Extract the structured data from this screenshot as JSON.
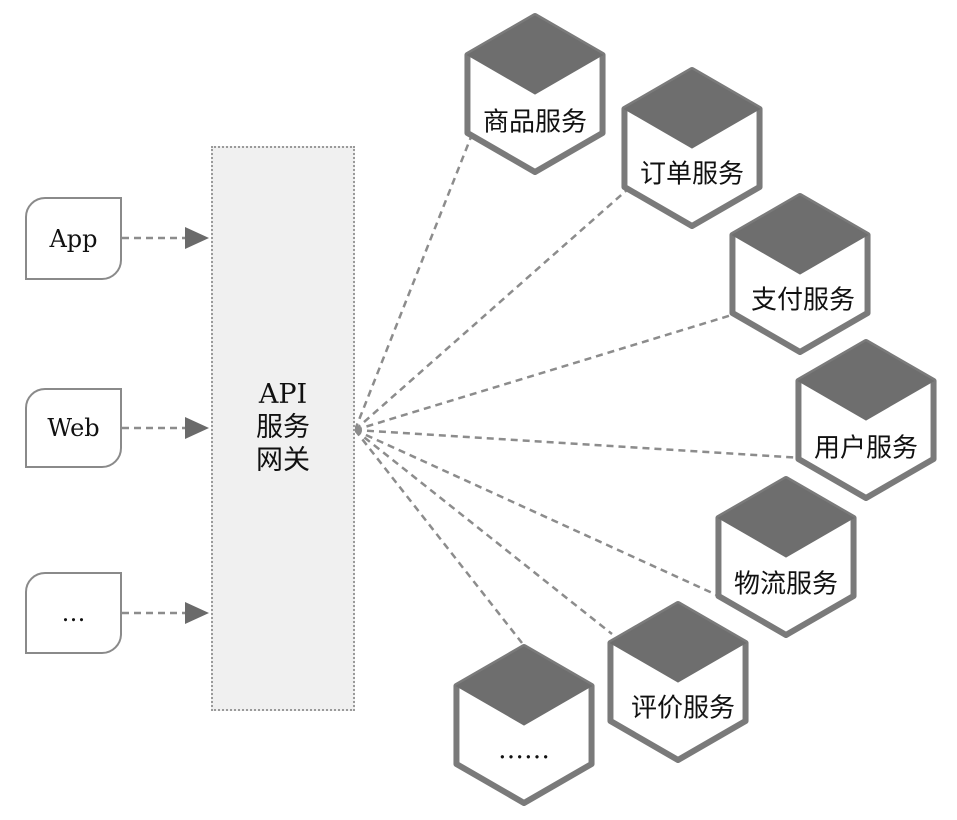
{
  "clients": [
    {
      "id": "app",
      "label": "App"
    },
    {
      "id": "web",
      "label": "Web"
    },
    {
      "id": "more",
      "label": "…"
    }
  ],
  "gateway": {
    "line1": "API",
    "line2": "服务",
    "line3": "网关"
  },
  "services": [
    {
      "id": "product",
      "label": "商品服务"
    },
    {
      "id": "order",
      "label": "订单服务"
    },
    {
      "id": "payment",
      "label": "支付服务"
    },
    {
      "id": "user",
      "label": "用户服务"
    },
    {
      "id": "logistics",
      "label": "物流服务"
    },
    {
      "id": "review",
      "label": "评价服务"
    },
    {
      "id": "more",
      "label": "……"
    }
  ],
  "colors": {
    "cube_top": "#6e6e6e",
    "cube_outline": "#7a7a7a",
    "connector": "#8c8c8c",
    "gateway_fill": "#f0f0f0"
  }
}
